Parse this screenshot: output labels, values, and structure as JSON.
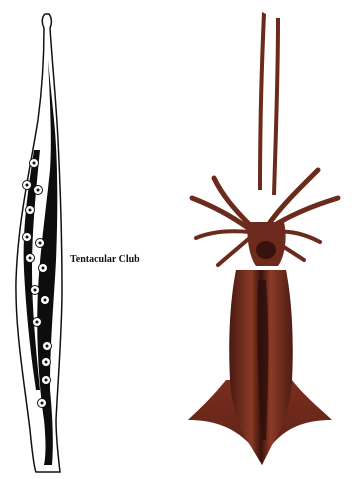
{
  "figure": {
    "label": "Tentacular Club",
    "colors": {
      "background": "#ffffff",
      "club_outline": "#111111",
      "club_fill": "#0d0d0d",
      "sucker_ring": "#ffffff",
      "squid_body": "#7a2e1f",
      "squid_dark": "#3d1410",
      "squid_highlight": "#a8503a"
    },
    "icons": [
      "tentacular-club-drawing",
      "squid-photo"
    ]
  }
}
